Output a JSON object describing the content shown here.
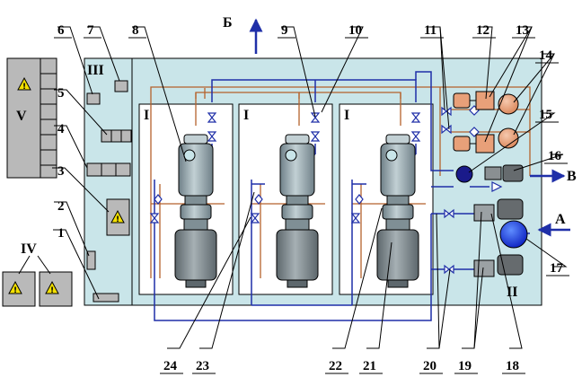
{
  "colors": {
    "background": "#ffffff",
    "room_fill": "#c9e5e9",
    "panel_fill": "#b9b9b9",
    "pipe_blue": "#1f2fa8",
    "pipe_brown": "#b5622c",
    "column_fill": "#9fb3ba",
    "column_dark": "#7f8f95",
    "tank_fill": "#7f8c92",
    "orange_unit": "#e8a079",
    "pump_blue": "#1234d8",
    "pump_dark": "#1a1a8a",
    "warning_yellow": "#f4e000"
  },
  "zones": {
    "control_room": "III",
    "process_room": "II",
    "cabinet": "V",
    "remote_panels": "IV",
    "reactor_cells": [
      "I",
      "I",
      "I"
    ]
  },
  "flows": {
    "top_outlet": "Б",
    "right_outlet": "В",
    "right_inlet": "А"
  },
  "callouts": [
    "1",
    "2",
    "3",
    "4",
    "5",
    "6",
    "7",
    "8",
    "9",
    "10",
    "11",
    "12",
    "13",
    "14",
    "15",
    "16",
    "17",
    "18",
    "19",
    "20",
    "21",
    "22",
    "23",
    "24"
  ]
}
